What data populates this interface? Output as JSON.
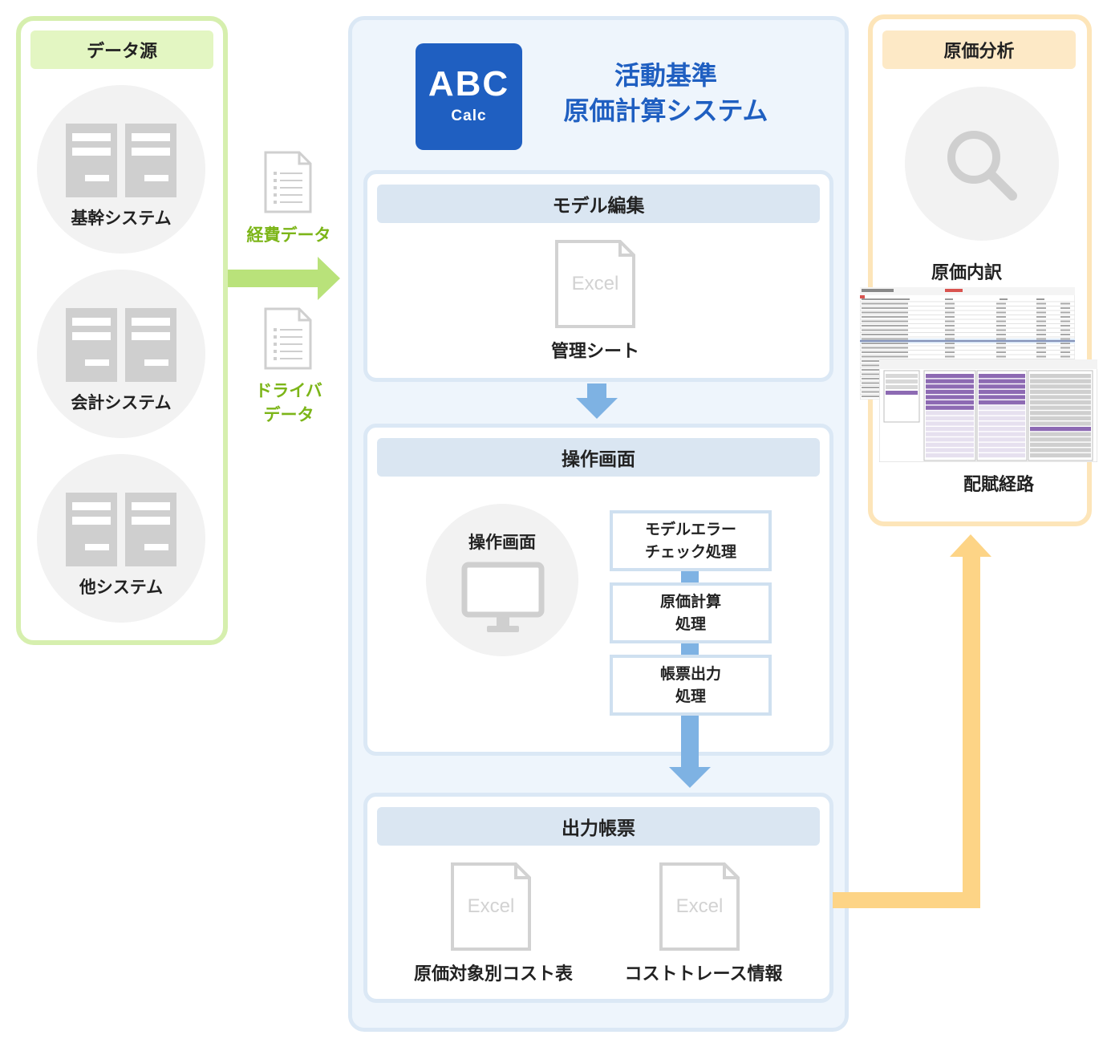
{
  "data_sources": {
    "header": "データ源",
    "systems": [
      "基幹システム",
      "会計システム",
      "他システム"
    ]
  },
  "inputs": {
    "expense_data": "経費データ",
    "driver_data_line1": "ドライバ",
    "driver_data_line2": "データ"
  },
  "abc_system": {
    "logo_main": "ABC",
    "logo_sub": "Calc",
    "title_line1": "活動基準",
    "title_line2": "原価計算システム",
    "model_edit": {
      "header": "モデル編集",
      "file_label": "Excel",
      "caption": "管理シート"
    },
    "operation": {
      "header": "操作画面",
      "screen_caption": "操作画面",
      "steps": [
        {
          "line1": "モデルエラー",
          "line2": "チェック処理"
        },
        {
          "line1": "原価計算",
          "line2": "処理"
        },
        {
          "line1": "帳票出力",
          "line2": "処理"
        }
      ]
    },
    "reports": {
      "header": "出力帳票",
      "files": [
        {
          "file_label": "Excel",
          "caption": "原価対象別コスト表"
        },
        {
          "file_label": "Excel",
          "caption": "コストトレース情報"
        }
      ]
    }
  },
  "cost_analysis": {
    "header": "原価分析",
    "breakdown_caption": "原価内訳",
    "allocation_caption": "配賦経路"
  },
  "colors": {
    "green_border": "#d6efae",
    "green_arrow": "#b9e27a",
    "green_text": "#7cb518",
    "blue_logo": "#1f5fc1",
    "blue_arrow": "#7eb2e3",
    "orange_arrow": "#fdd486",
    "orange_border": "#fde5b9",
    "purple_cells": "#8d6ab3"
  }
}
